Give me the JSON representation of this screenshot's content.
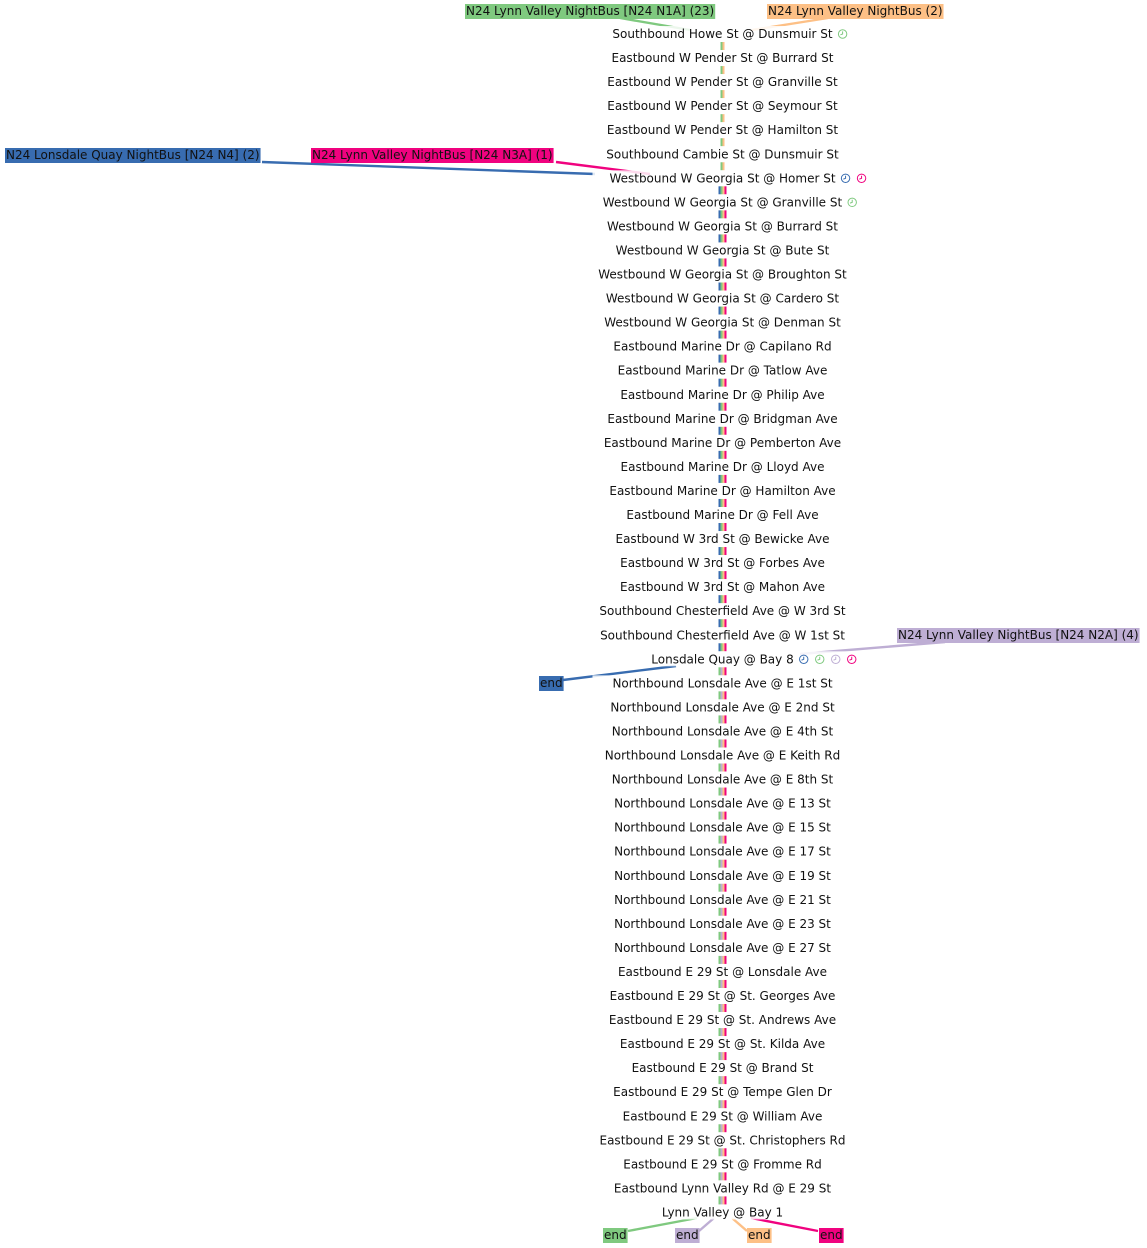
{
  "colors": {
    "n1a": "#7fc97f",
    "lv2": "#fdc086",
    "n4": "#386cb0",
    "n3a": "#f0027f",
    "n2a": "#beaed4"
  },
  "routes": [
    {
      "id": "n1a",
      "label": "N24 Lynn Valley NightBus [N24 N1A] (23)",
      "color": "#7fc97f"
    },
    {
      "id": "lv2",
      "label": "N24 Lynn Valley NightBus (2)",
      "color": "#fdc086"
    },
    {
      "id": "n4",
      "label": "N24 Lonsdale Quay NightBus [N24 N4] (2)",
      "color": "#386cb0"
    },
    {
      "id": "n3a",
      "label": "N24 Lynn Valley NightBus [N24 N3A] (1)",
      "color": "#f0027f"
    },
    {
      "id": "n2a",
      "label": "N24 Lynn Valley NightBus [N24 N2A] (4)",
      "color": "#beaed4"
    }
  ],
  "stops": [
    {
      "name": "Southbound Howe St @ Dunsmuir St",
      "markers": [
        "n1a"
      ]
    },
    {
      "name": "Eastbound W Pender St @ Burrard St",
      "markers": []
    },
    {
      "name": "Eastbound W Pender St @ Granville St",
      "markers": []
    },
    {
      "name": "Eastbound W Pender St @ Seymour St",
      "markers": []
    },
    {
      "name": "Eastbound W Pender St @ Hamilton St",
      "markers": []
    },
    {
      "name": "Southbound Cambie St @ Dunsmuir St",
      "markers": []
    },
    {
      "name": "Westbound W Georgia St @ Homer St",
      "markers": [
        "n4",
        "n3a"
      ]
    },
    {
      "name": "Westbound W Georgia St @ Granville St",
      "markers": [
        "n1a"
      ]
    },
    {
      "name": "Westbound W Georgia St @ Burrard St",
      "markers": []
    },
    {
      "name": "Westbound W Georgia St @ Bute St",
      "markers": []
    },
    {
      "name": "Westbound W Georgia St @ Broughton St",
      "markers": []
    },
    {
      "name": "Westbound W Georgia St @ Cardero St",
      "markers": []
    },
    {
      "name": "Westbound W Georgia St @ Denman St",
      "markers": []
    },
    {
      "name": "Eastbound Marine Dr @ Capilano Rd",
      "markers": []
    },
    {
      "name": "Eastbound Marine Dr @ Tatlow Ave",
      "markers": []
    },
    {
      "name": "Eastbound Marine Dr @ Philip Ave",
      "markers": []
    },
    {
      "name": "Eastbound Marine Dr @ Bridgman Ave",
      "markers": []
    },
    {
      "name": "Eastbound Marine Dr @ Pemberton Ave",
      "markers": []
    },
    {
      "name": "Eastbound Marine Dr @ Lloyd Ave",
      "markers": []
    },
    {
      "name": "Eastbound Marine Dr @ Hamilton Ave",
      "markers": []
    },
    {
      "name": "Eastbound Marine Dr @ Fell Ave",
      "markers": []
    },
    {
      "name": "Eastbound W 3rd St @ Bewicke Ave",
      "markers": []
    },
    {
      "name": "Eastbound W 3rd St @ Forbes Ave",
      "markers": []
    },
    {
      "name": "Eastbound W 3rd St @ Mahon Ave",
      "markers": []
    },
    {
      "name": "Southbound Chesterfield Ave @ W 3rd St",
      "markers": []
    },
    {
      "name": "Southbound Chesterfield Ave @ W 1st St",
      "markers": []
    },
    {
      "name": "Lonsdale Quay @ Bay 8",
      "markers": [
        "n4",
        "n1a",
        "n2a",
        "n3a"
      ]
    },
    {
      "name": "Northbound Lonsdale Ave @ E 1st St",
      "markers": []
    },
    {
      "name": "Northbound Lonsdale Ave @ E 2nd St",
      "markers": []
    },
    {
      "name": "Northbound Lonsdale Ave @ E 4th St",
      "markers": []
    },
    {
      "name": "Northbound Lonsdale Ave @ E Keith Rd",
      "markers": []
    },
    {
      "name": "Northbound Lonsdale Ave @ E 8th St",
      "markers": []
    },
    {
      "name": "Northbound Lonsdale Ave @ E 13 St",
      "markers": []
    },
    {
      "name": "Northbound Lonsdale Ave @ E 15 St",
      "markers": []
    },
    {
      "name": "Northbound Lonsdale Ave @ E 17 St",
      "markers": []
    },
    {
      "name": "Northbound Lonsdale Ave @ E 19 St",
      "markers": []
    },
    {
      "name": "Northbound Lonsdale Ave @ E 21 St",
      "markers": []
    },
    {
      "name": "Northbound Lonsdale Ave @ E 23 St",
      "markers": []
    },
    {
      "name": "Northbound Lonsdale Ave @ E 27 St",
      "markers": []
    },
    {
      "name": "Eastbound E 29 St @ Lonsdale Ave",
      "markers": []
    },
    {
      "name": "Eastbound E 29 St @ St. Georges Ave",
      "markers": []
    },
    {
      "name": "Eastbound E 29 St @ St. Andrews Ave",
      "markers": []
    },
    {
      "name": "Eastbound E 29 St @ St. Kilda Ave",
      "markers": []
    },
    {
      "name": "Eastbound E 29 St @ Brand St",
      "markers": []
    },
    {
      "name": "Eastbound E 29 St @ Tempe Glen Dr",
      "markers": []
    },
    {
      "name": "Eastbound E 29 St @ William Ave",
      "markers": []
    },
    {
      "name": "Eastbound E 29 St @ St. Christophers Rd",
      "markers": []
    },
    {
      "name": "Eastbound E 29 St @ Fromme Rd",
      "markers": []
    },
    {
      "name": "Eastbound Lynn Valley Rd @ E 29 St",
      "markers": []
    },
    {
      "name": "Lynn Valley @ Bay 1",
      "markers": []
    }
  ],
  "ends": [
    {
      "route": "n4",
      "label": "end"
    },
    {
      "route": "n1a",
      "label": "end"
    },
    {
      "route": "n2a",
      "label": "end"
    },
    {
      "route": "lv2",
      "label": "end"
    },
    {
      "route": "n3a",
      "label": "end"
    }
  ]
}
